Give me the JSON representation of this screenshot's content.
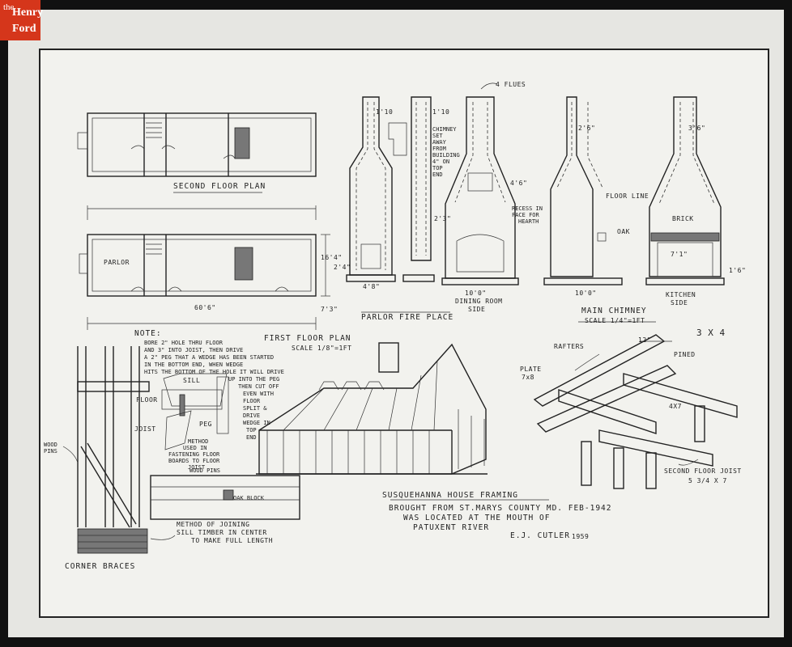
{
  "logo": {
    "the": "the",
    "henry": "Henry",
    "ford": "Ford"
  },
  "drawing": {
    "second_floor_plan": "SECOND FLOOR PLAN",
    "first_floor_plan": "FIRST FLOOR PLAN",
    "first_floor_scale": "SCALE 1/8\"=1FT",
    "parlor": "PARLOR",
    "length_dim": "60'6\"",
    "width_dim": "16'4\"",
    "end_dim": "7'3\"",
    "note_title": "NOTE:",
    "note_lines": [
      "BORE 2\" HOLE THRU FLOOR",
      "AND 3\" INTO JOIST, THEN DRIVE",
      "A 2\" PEG THAT A WEDGE HAS BEEN STARTED",
      "IN THE BOTTOM END, WHEN WEDGE",
      "HITS THE BOTTOM OF THE HOLE IT WILL DRIVE",
      "UP INTO THE PEG",
      "THEN CUT OFF",
      "EVEN WITH",
      "FLOOR"
    ],
    "split_drive_lines": [
      "SPLIT &",
      "DRIVE",
      "WEDGE IN",
      "TOP",
      "END"
    ],
    "four_flues": "4 FLUES",
    "dim_1_10_a": "1'10",
    "dim_1_10_b": "1'10",
    "chimney_note_lines": [
      "CHIMNEY",
      "SET",
      "AWAY",
      "FROM",
      "BUILDING",
      "4\" ON",
      "TOP",
      "END"
    ],
    "dim_4_6": "4'6\"",
    "recess_lines": [
      "RECESS IN",
      "FACE FOR",
      "HEARTH"
    ],
    "dim_2_3": "2'3\"",
    "dim_2_4": "2'4\"",
    "dim_4_8": "4'8\"",
    "dim_10_0_a": "10'0\"",
    "parlor_fire_place": "PARLOR FIRE PLACE",
    "dining_room_side_lines": [
      "DINING ROOM",
      "SIDE"
    ],
    "dim_2_6": "2'6\"",
    "dim_3_6": "3'6\"",
    "floor_line": "FLOOR LINE",
    "oak": "OAK",
    "brick": "BRICK",
    "dim_7_1": "7'1\"",
    "dim_10_0_b": "10'0\"",
    "dim_1_6": "1'6\"",
    "main_chimney": "MAIN CHIMNEY",
    "main_chimney_scale": "SCALE 1/4\"=1FT",
    "kitchen_side_lines": [
      "KITCHEN",
      "SIDE"
    ],
    "sill": "SILL",
    "floor": "FLOOR",
    "joist": "JOIST",
    "peg": "PEG",
    "method_floor_lines": [
      "METHOD",
      "USED IN",
      "FASTENING FLOOR",
      "BOARDS TO FLOOR",
      "JOIST"
    ],
    "wood_pins": "WOOD PINS",
    "oak_block": "OAK BLOCK",
    "wood_pins_side": "WOOD PINS",
    "method_joining_lines": [
      "METHOD OF JOINING",
      "SILL TIMBER IN CENTER",
      "TO MAKE FULL LENGTH"
    ],
    "corner_braces": "CORNER BRACES",
    "rafters": "RAFTERS",
    "plate": "PLATE",
    "plate_dim": "7x8",
    "dim_12": "12\"",
    "dim_3x4": "3 X 4",
    "pined": "PINED",
    "dim_4x7": "4X7",
    "second_floor_joist": "SECOND FLOOR JOIST",
    "joist_dim": "5 3/4 X 7",
    "title": "SUSQUEHANNA HOUSE FRAMING",
    "subtitle_lines": [
      "BROUGHT FROM ST.MARYS COUNTY MD. FEB-1942",
      "WAS LOCATED AT THE MOUTH OF",
      "PATUXENT RIVER"
    ],
    "author": "E.J. CUTLER",
    "year": "1959"
  },
  "colors": {
    "badge": "#d5361b",
    "paper": "#f2f2ee",
    "ink": "#222222",
    "frame": "#111111"
  }
}
